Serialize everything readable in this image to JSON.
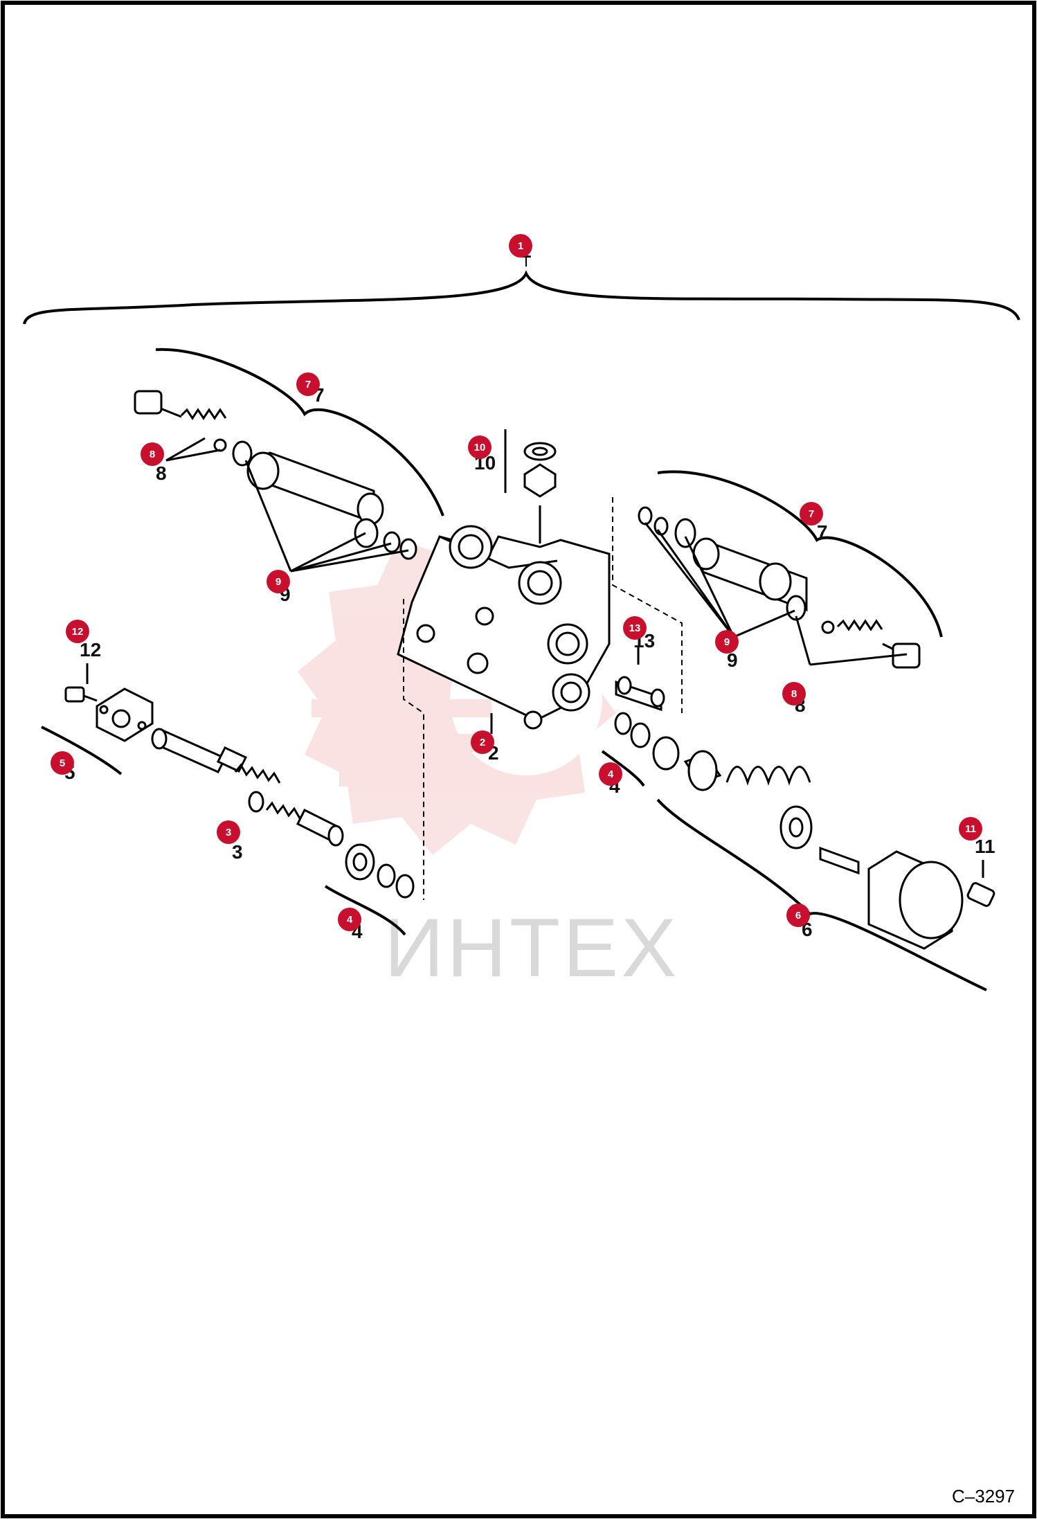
{
  "figure_code": "C–3297",
  "watermark_text": "ИНТЕХ",
  "colors": {
    "callout": "#c8102e",
    "line": "#000000",
    "watermark": "#f3c2c2"
  },
  "callouts": [
    {
      "num": "1",
      "ref": "1"
    },
    {
      "num": "7",
      "ref": "7"
    },
    {
      "num": "8",
      "ref": "8"
    },
    {
      "num": "10",
      "ref": "10"
    },
    {
      "num": "9",
      "ref": "9"
    },
    {
      "num": "7",
      "ref": "7"
    },
    {
      "num": "13",
      "ref": "13"
    },
    {
      "num": "9",
      "ref": "9"
    },
    {
      "num": "12",
      "ref": "12"
    },
    {
      "num": "8",
      "ref": "8"
    },
    {
      "num": "2",
      "ref": "2"
    },
    {
      "num": "5",
      "ref": "5"
    },
    {
      "num": "4",
      "ref": "4"
    },
    {
      "num": "3",
      "ref": "3"
    },
    {
      "num": "11",
      "ref": "11"
    },
    {
      "num": "6",
      "ref": "6"
    },
    {
      "num": "4",
      "ref": "4"
    }
  ]
}
